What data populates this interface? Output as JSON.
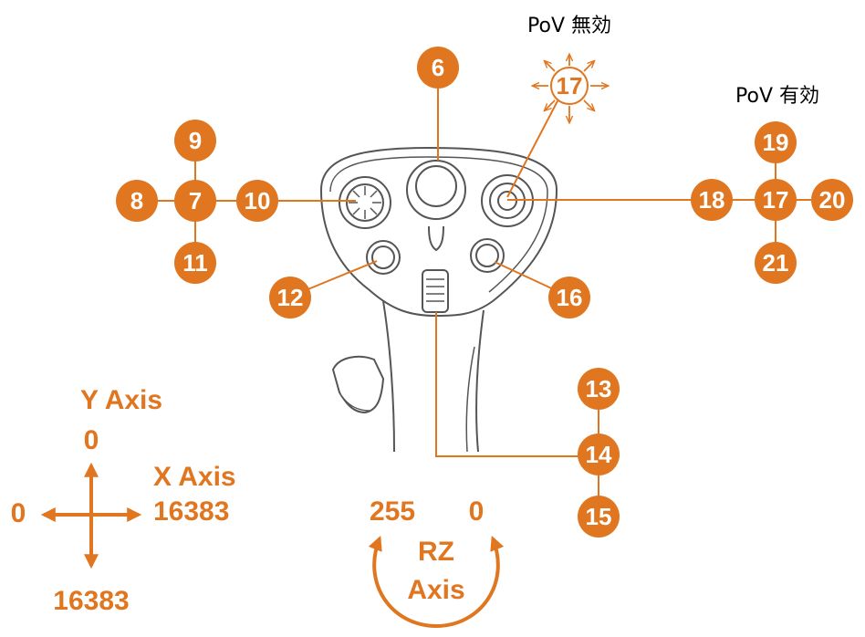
{
  "colors": {
    "accent": "#E0761F",
    "outline": "#555555",
    "text": "#000000",
    "background": "#ffffff"
  },
  "pov_disabled_label": "PoV 無効",
  "pov_enabled_label": "PoV 有効",
  "buttons": {
    "b6": "6",
    "b7": "7",
    "b8": "8",
    "b9": "9",
    "b10": "10",
    "b11": "11",
    "b12": "12",
    "b13": "13",
    "b14": "14",
    "b15": "15",
    "b16": "16",
    "b17_disabled": "17",
    "b17_enabled": "17",
    "b18": "18",
    "b19": "19",
    "b20": "20",
    "b21": "21"
  },
  "axes": {
    "y_label": "Y Axis",
    "y_min": "0",
    "y_max": "16383",
    "x_label": "X Axis",
    "x_min": "0",
    "x_max": "16383",
    "rz_label_line1": "RZ",
    "rz_label_line2": "Axis",
    "rz_left": "255",
    "rz_right": "0"
  }
}
